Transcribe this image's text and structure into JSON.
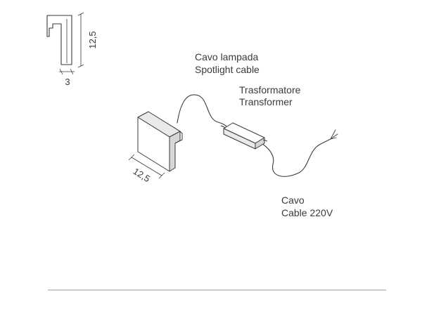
{
  "profile_dimensions": {
    "height": "12,5",
    "width": "3"
  },
  "lamp_dimension": "12,5",
  "labels": {
    "spotlight_cable": {
      "line1": "Cavo lampada",
      "line2": "Spotlight cable"
    },
    "transformer": {
      "line1": "Trasformatore",
      "line2": "Transformer"
    },
    "mains_cable": {
      "line1": "Cavo",
      "line2": "Cable 220V"
    }
  },
  "colors": {
    "line": "#3a3a3a",
    "face_light": "#ffffff",
    "face_mid": "#eaeaea",
    "face_dark": "#d6d6d6",
    "divider": "#9a9a9a"
  }
}
